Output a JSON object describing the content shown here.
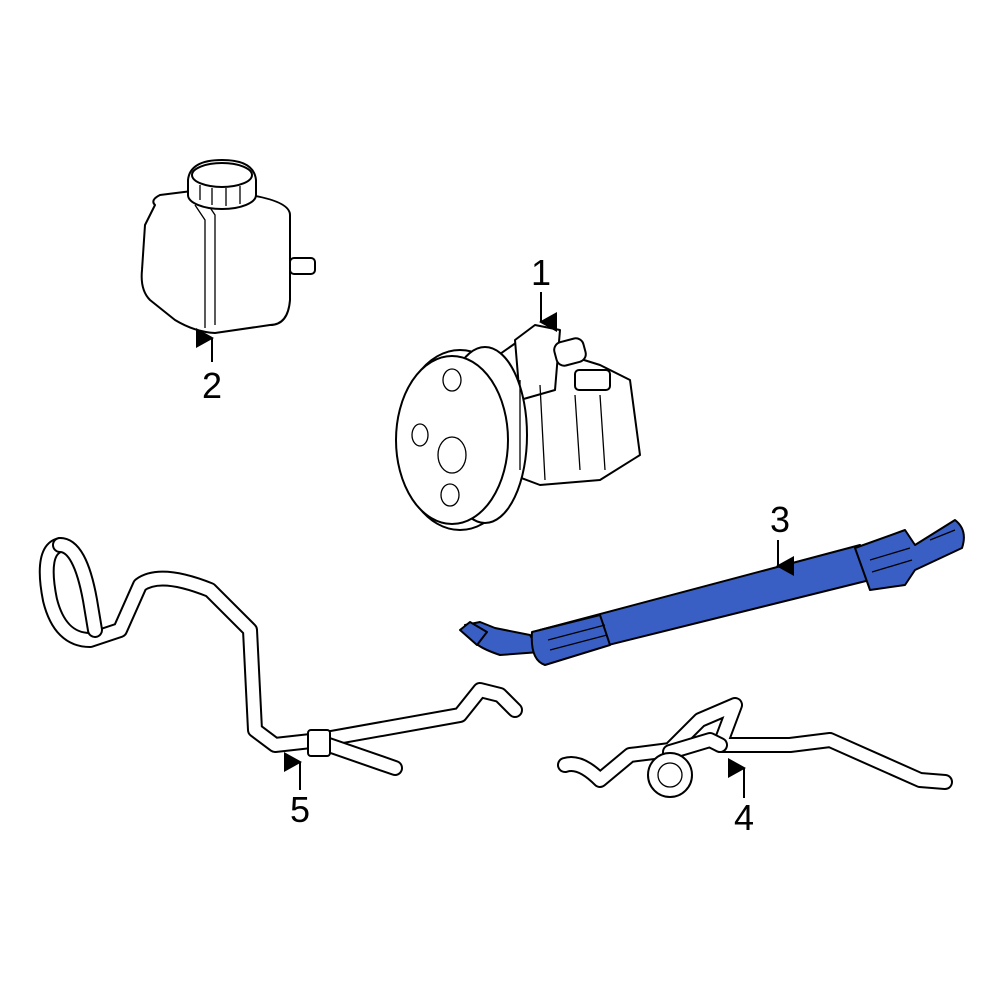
{
  "diagram": {
    "highlight_color": "#3a5fc4",
    "callouts": [
      {
        "label": "1",
        "part": "power-steering-pump"
      },
      {
        "label": "2",
        "part": "reservoir"
      },
      {
        "label": "3",
        "part": "pressure-hose",
        "highlighted": true
      },
      {
        "label": "4",
        "part": "return-hose"
      },
      {
        "label": "5",
        "part": "hose-assembly"
      }
    ]
  }
}
